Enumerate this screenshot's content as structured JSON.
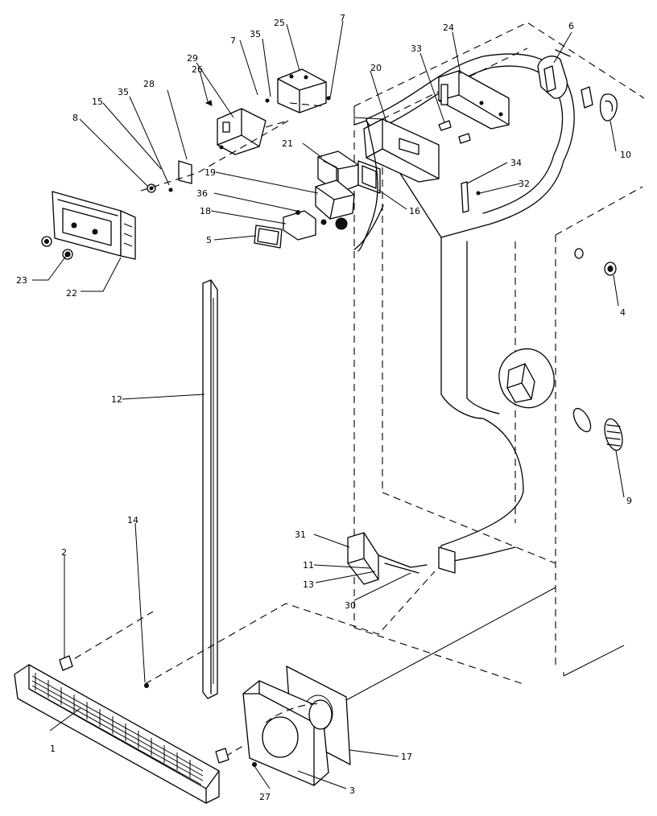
{
  "callouts": [
    {
      "id": "c1",
      "text": "1"
    },
    {
      "id": "c2",
      "text": "2"
    },
    {
      "id": "c3",
      "text": "3"
    },
    {
      "id": "c4",
      "text": "4"
    },
    {
      "id": "c5",
      "text": "5"
    },
    {
      "id": "c6",
      "text": "6"
    },
    {
      "id": "c7a",
      "text": "7"
    },
    {
      "id": "c7b",
      "text": "7"
    },
    {
      "id": "c8",
      "text": "8"
    },
    {
      "id": "c9",
      "text": "9"
    },
    {
      "id": "c10",
      "text": "10"
    },
    {
      "id": "c11",
      "text": "11"
    },
    {
      "id": "c12",
      "text": "12"
    },
    {
      "id": "c13",
      "text": "13"
    },
    {
      "id": "c14",
      "text": "14"
    },
    {
      "id": "c15",
      "text": "15"
    },
    {
      "id": "c16",
      "text": "16"
    },
    {
      "id": "c17",
      "text": "17"
    },
    {
      "id": "c18",
      "text": "18"
    },
    {
      "id": "c19",
      "text": "19"
    },
    {
      "id": "c20",
      "text": "20"
    },
    {
      "id": "c21",
      "text": "21"
    },
    {
      "id": "c22",
      "text": "22"
    },
    {
      "id": "c23",
      "text": "23"
    },
    {
      "id": "c24",
      "text": "24"
    },
    {
      "id": "c25",
      "text": "25"
    },
    {
      "id": "c26",
      "text": "26"
    },
    {
      "id": "c27",
      "text": "27"
    },
    {
      "id": "c28",
      "text": "28"
    },
    {
      "id": "c29",
      "text": "29"
    },
    {
      "id": "c30",
      "text": "30"
    },
    {
      "id": "c31",
      "text": "31"
    },
    {
      "id": "c32",
      "text": "32"
    },
    {
      "id": "c33",
      "text": "33"
    },
    {
      "id": "c34",
      "text": "34"
    },
    {
      "id": "c35a",
      "text": "35"
    },
    {
      "id": "c35b",
      "text": "35"
    },
    {
      "id": "c36",
      "text": "36"
    }
  ]
}
